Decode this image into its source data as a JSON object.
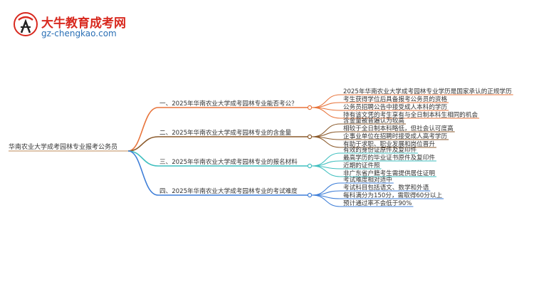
{
  "brand": {
    "title": "大牛教育成考网",
    "url": "gz-chengkao.com"
  },
  "mindmap": {
    "root": "华南农业大学成考园林专业报考公务员",
    "branches": [
      {
        "label": "一、2025年华南农业大学成考园林专业能否考公？",
        "color": "#e8743b",
        "leaves": [
          "2025年华南农业大学成考园林专业学历是国家承认的正规学历",
          "考生获得学位后具备报考公务员的资格",
          "公务员招聘公告中接受成人本科的学历",
          "持有该文凭的考生享有与全日制本科生相同的机会"
        ]
      },
      {
        "label": "二、2025年华南农业大学成考园林专业的含金量",
        "color": "#8b5a2b",
        "leaves": [
          "含金量被普遍认为较高",
          "相较于全日制本科略低，但社会认可度高",
          "企事业单位在招聘时接受成人高考学历",
          "有助于求职、职业发展和岗位晋升"
        ]
      },
      {
        "label": "三、2025年华南农业大学成考园林专业的报名材料",
        "color": "#3fbfbf",
        "leaves": [
          "有效的身份证原件及复印件",
          "最高学历的毕业证书原件及复印件",
          "近期的证件照",
          "非广东省户籍考生需提供居住证明"
        ]
      },
      {
        "label": "四、2025年华南农业大学成考园林专业的考试难度",
        "color": "#3f7fd8",
        "leaves": [
          "考试难度相对适中",
          "考试科目包括语文、数学和外语",
          "每科满分为150分，需取得60分以上",
          "预计通过率不会低于90%"
        ]
      }
    ]
  }
}
